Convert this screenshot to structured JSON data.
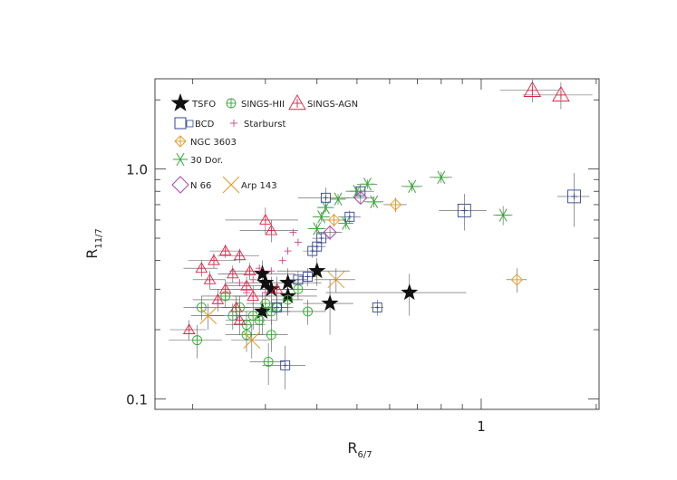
{
  "chart_data": {
    "type": "scatter",
    "xlabel_main": "R",
    "xlabel_sub": "6/7",
    "ylabel_main": "R",
    "ylabel_sub": "11/7",
    "xlog": true,
    "ylog": true,
    "xlim": [
      0.162,
      1.93
    ],
    "ylim": [
      0.09,
      2.47
    ],
    "x_ticks": [
      {
        "value": 1,
        "label": "1"
      }
    ],
    "y_ticks": [
      {
        "value": 0.1,
        "label": "0.1"
      },
      {
        "value": 1.0,
        "label": "1.0"
      }
    ],
    "grid": false,
    "legend_position": "top-left",
    "legend": [
      {
        "label": "TSFO",
        "marker": "star",
        "color": "#111111"
      },
      {
        "label": "SINGS-HII",
        "marker": "circle-plus",
        "color": "#33aa33"
      },
      {
        "label": "SINGS-AGN",
        "marker": "triangle-plus",
        "color": "#dd2244"
      },
      {
        "label": "BCD",
        "marker": "square-plus",
        "color": "#334499"
      },
      {
        "label": "Starburst",
        "marker": "plus",
        "color": "#cc4488"
      },
      {
        "label": "NGC 3603",
        "marker": "diamond-plus",
        "color": "#e39a20"
      },
      {
        "label": "30 Dor.",
        "marker": "asterisk",
        "color": "#33aa33"
      },
      {
        "label": "N 66",
        "marker": "diamond",
        "color": "#aa44aa"
      },
      {
        "label": "Arp 143",
        "marker": "cross",
        "color": "#e39a20"
      }
    ],
    "series": [
      {
        "name": "TSFO",
        "marker": "star",
        "color": "#111111",
        "points": [
          {
            "x": 0.295,
            "y": 0.35,
            "xerr": 0.06,
            "yerr": 0.05
          },
          {
            "x": 0.3,
            "y": 0.32,
            "xerr": 0.06,
            "yerr": 0.04
          },
          {
            "x": 0.31,
            "y": 0.3,
            "xerr": 0.06,
            "yerr": 0.04
          },
          {
            "x": 0.34,
            "y": 0.32,
            "xerr": 0.07,
            "yerr": 0.05
          },
          {
            "x": 0.34,
            "y": 0.28,
            "xerr": 0.06,
            "yerr": 0.05
          },
          {
            "x": 0.4,
            "y": 0.36,
            "xerr": 0.08,
            "yerr": 0.05
          },
          {
            "x": 0.295,
            "y": 0.24,
            "xerr": 0.05,
            "yerr": 0.05
          },
          {
            "x": 0.43,
            "y": 0.26,
            "xerr": 0.06,
            "yerr": 0.07
          },
          {
            "x": 0.67,
            "y": 0.29,
            "xerr": 0.25,
            "yerr": 0.06
          }
        ]
      },
      {
        "name": "SINGS-HII",
        "marker": "circle-plus",
        "color": "#33aa33",
        "points": [
          {
            "x": 0.205,
            "y": 0.18,
            "xerr": 0.03,
            "yerr": 0.03
          },
          {
            "x": 0.21,
            "y": 0.25,
            "xerr": 0.02,
            "yerr": 0.03
          },
          {
            "x": 0.24,
            "y": 0.28,
            "xerr": 0.03,
            "yerr": 0.03
          },
          {
            "x": 0.25,
            "y": 0.23,
            "xerr": 0.03,
            "yerr": 0.03
          },
          {
            "x": 0.26,
            "y": 0.25,
            "xerr": 0.03,
            "yerr": 0.03
          },
          {
            "x": 0.27,
            "y": 0.21,
            "xerr": 0.03,
            "yerr": 0.03
          },
          {
            "x": 0.27,
            "y": 0.19,
            "xerr": 0.03,
            "yerr": 0.03
          },
          {
            "x": 0.28,
            "y": 0.23,
            "xerr": 0.03,
            "yerr": 0.03
          },
          {
            "x": 0.29,
            "y": 0.22,
            "xerr": 0.03,
            "yerr": 0.03
          },
          {
            "x": 0.3,
            "y": 0.26,
            "xerr": 0.03,
            "yerr": 0.03
          },
          {
            "x": 0.31,
            "y": 0.24,
            "xerr": 0.03,
            "yerr": 0.03
          },
          {
            "x": 0.32,
            "y": 0.25,
            "xerr": 0.03,
            "yerr": 0.03
          },
          {
            "x": 0.31,
            "y": 0.19,
            "xerr": 0.03,
            "yerr": 0.03
          },
          {
            "x": 0.305,
            "y": 0.145,
            "xerr": 0.03,
            "yerr": 0.03
          },
          {
            "x": 0.34,
            "y": 0.27,
            "xerr": 0.03,
            "yerr": 0.03
          },
          {
            "x": 0.38,
            "y": 0.24,
            "xerr": 0.04,
            "yerr": 0.03
          },
          {
            "x": 0.36,
            "y": 0.3,
            "xerr": 0.04,
            "yerr": 0.03
          }
        ]
      },
      {
        "name": "SINGS-AGN",
        "marker": "triangle-plus",
        "color": "#dd2244",
        "points": [
          {
            "x": 0.196,
            "y": 0.2,
            "xerr": 0.02,
            "yerr": 0.02
          },
          {
            "x": 0.21,
            "y": 0.37,
            "xerr": 0.02,
            "yerr": 0.03
          },
          {
            "x": 0.22,
            "y": 0.33,
            "xerr": 0.02,
            "yerr": 0.03
          },
          {
            "x": 0.225,
            "y": 0.4,
            "xerr": 0.03,
            "yerr": 0.03
          },
          {
            "x": 0.23,
            "y": 0.27,
            "xerr": 0.03,
            "yerr": 0.03
          },
          {
            "x": 0.24,
            "y": 0.3,
            "xerr": 0.02,
            "yerr": 0.03
          },
          {
            "x": 0.24,
            "y": 0.44,
            "xerr": 0.02,
            "yerr": 0.03
          },
          {
            "x": 0.25,
            "y": 0.35,
            "xerr": 0.02,
            "yerr": 0.03
          },
          {
            "x": 0.255,
            "y": 0.25,
            "xerr": 0.02,
            "yerr": 0.03
          },
          {
            "x": 0.26,
            "y": 0.42,
            "xerr": 0.03,
            "yerr": 0.03
          },
          {
            "x": 0.26,
            "y": 0.22,
            "xerr": 0.02,
            "yerr": 0.03
          },
          {
            "x": 0.27,
            "y": 0.31,
            "xerr": 0.03,
            "yerr": 0.03
          },
          {
            "x": 0.275,
            "y": 0.36,
            "xerr": 0.03,
            "yerr": 0.03
          },
          {
            "x": 0.28,
            "y": 0.28,
            "xerr": 0.03,
            "yerr": 0.03
          },
          {
            "x": 0.3,
            "y": 0.6,
            "xerr": 0.06,
            "yerr": 0.08
          },
          {
            "x": 0.31,
            "y": 0.54,
            "xerr": 0.05,
            "yerr": 0.06
          },
          {
            "x": 0.32,
            "y": 0.3,
            "xerr": 0.04,
            "yerr": 0.04
          },
          {
            "x": 1.33,
            "y": 2.2,
            "xerr": 0.22,
            "yerr": 0.25
          },
          {
            "x": 1.56,
            "y": 2.1,
            "xerr": 0.3,
            "yerr": 0.28
          }
        ]
      },
      {
        "name": "BCD",
        "marker": "square-plus",
        "color": "#334499",
        "points": [
          {
            "x": 0.32,
            "y": 0.25,
            "xerr": 0.02,
            "yerr": 0.02
          },
          {
            "x": 0.36,
            "y": 0.33,
            "xerr": 0.02,
            "yerr": 0.03
          },
          {
            "x": 0.38,
            "y": 0.34,
            "xerr": 0.02,
            "yerr": 0.03
          },
          {
            "x": 0.39,
            "y": 0.44,
            "xerr": 0.02,
            "yerr": 0.03
          },
          {
            "x": 0.4,
            "y": 0.46,
            "xerr": 0.02,
            "yerr": 0.03
          },
          {
            "x": 0.41,
            "y": 0.5,
            "xerr": 0.02,
            "yerr": 0.03
          },
          {
            "x": 0.42,
            "y": 0.75,
            "xerr": 0.06,
            "yerr": 0.08
          },
          {
            "x": 0.48,
            "y": 0.62,
            "xerr": 0.03,
            "yerr": 0.04
          },
          {
            "x": 0.51,
            "y": 0.8,
            "xerr": 0.04,
            "yerr": 0.05
          },
          {
            "x": 0.56,
            "y": 0.25,
            "xerr": 0.02,
            "yerr": 0.02
          },
          {
            "x": 0.335,
            "y": 0.14,
            "xerr": 0.04,
            "yerr": 0.03
          },
          {
            "x": 0.91,
            "y": 0.66,
            "xerr": 0.12,
            "yerr": 0.12
          },
          {
            "x": 1.68,
            "y": 0.76,
            "xerr": 0.15,
            "yerr": 0.2
          }
        ]
      },
      {
        "name": "Starburst",
        "marker": "plus",
        "color": "#cc4488",
        "points": [
          {
            "x": 0.23,
            "y": 0.26
          },
          {
            "x": 0.27,
            "y": 0.29
          },
          {
            "x": 0.28,
            "y": 0.33
          },
          {
            "x": 0.29,
            "y": 0.37
          },
          {
            "x": 0.31,
            "y": 0.36
          },
          {
            "x": 0.33,
            "y": 0.4
          },
          {
            "x": 0.34,
            "y": 0.44
          },
          {
            "x": 0.36,
            "y": 0.48
          },
          {
            "x": 0.35,
            "y": 0.53
          },
          {
            "x": 0.26,
            "y": 0.32
          },
          {
            "x": 0.3,
            "y": 0.29
          }
        ]
      },
      {
        "name": "NGC 3603",
        "marker": "diamond-plus",
        "color": "#e39a20",
        "points": [
          {
            "x": 0.44,
            "y": 0.6,
            "xerr": 0.03,
            "yerr": 0.04
          },
          {
            "x": 0.62,
            "y": 0.7,
            "xerr": 0.04,
            "yerr": 0.05
          },
          {
            "x": 1.22,
            "y": 0.33,
            "xerr": 0.07,
            "yerr": 0.04
          }
        ]
      },
      {
        "name": "30 Dor.",
        "marker": "asterisk",
        "color": "#33aa33",
        "points": [
          {
            "x": 0.4,
            "y": 0.55,
            "xerr": 0.02,
            "yerr": 0.03
          },
          {
            "x": 0.41,
            "y": 0.62,
            "xerr": 0.02,
            "yerr": 0.03
          },
          {
            "x": 0.42,
            "y": 0.68,
            "xerr": 0.02,
            "yerr": 0.03
          },
          {
            "x": 0.45,
            "y": 0.74,
            "xerr": 0.02,
            "yerr": 0.04
          },
          {
            "x": 0.47,
            "y": 0.58,
            "xerr": 0.02,
            "yerr": 0.03
          },
          {
            "x": 0.5,
            "y": 0.8,
            "xerr": 0.03,
            "yerr": 0.04
          },
          {
            "x": 0.53,
            "y": 0.86,
            "xerr": 0.03,
            "yerr": 0.04
          },
          {
            "x": 0.55,
            "y": 0.72,
            "xerr": 0.03,
            "yerr": 0.04
          },
          {
            "x": 0.68,
            "y": 0.84,
            "xerr": 0.04,
            "yerr": 0.04
          },
          {
            "x": 0.8,
            "y": 0.92,
            "xerr": 0.05,
            "yerr": 0.05
          },
          {
            "x": 1.13,
            "y": 0.63,
            "xerr": 0.06,
            "yerr": 0.06
          }
        ]
      },
      {
        "name": "N 66",
        "marker": "diamond",
        "color": "#aa44aa",
        "points": [
          {
            "x": 0.43,
            "y": 0.53,
            "xerr": 0.03,
            "yerr": 0.04
          },
          {
            "x": 0.51,
            "y": 0.75,
            "xerr": 0.04,
            "yerr": 0.05
          }
        ]
      },
      {
        "name": "Arp 143",
        "marker": "cross",
        "color": "#e39a20",
        "points": [
          {
            "x": 0.218,
            "y": 0.23,
            "xerr": 0.02,
            "yerr": 0.03
          },
          {
            "x": 0.278,
            "y": 0.18,
            "xerr": 0.03,
            "yerr": 0.03
          },
          {
            "x": 0.445,
            "y": 0.33,
            "xerr": 0.05,
            "yerr": 0.04
          }
        ]
      }
    ]
  }
}
